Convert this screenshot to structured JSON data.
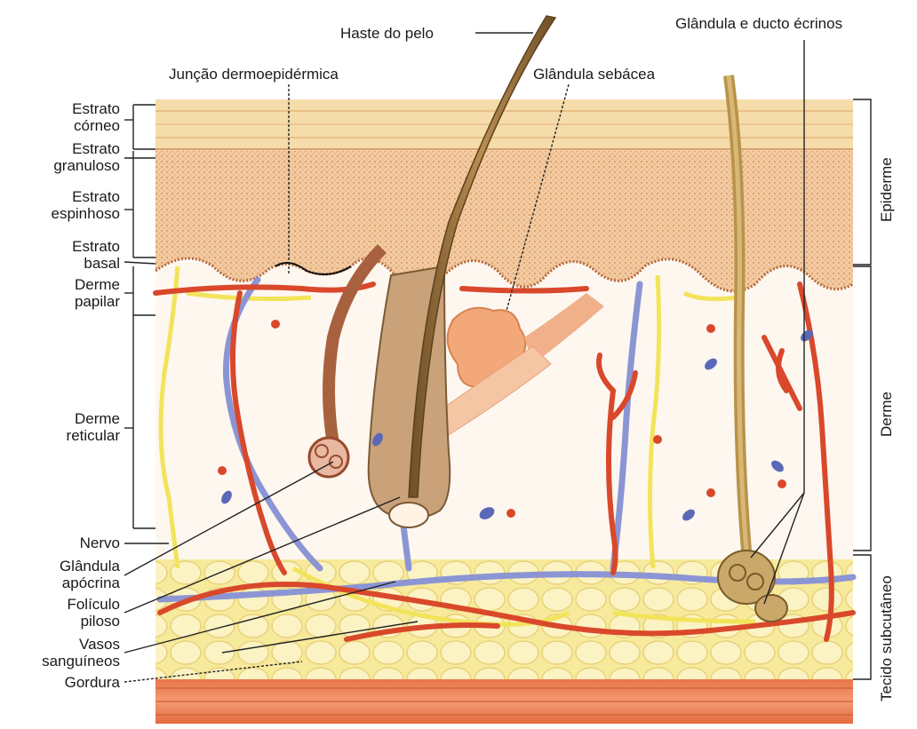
{
  "labels": {
    "haste_do_pelo": "Haste do pelo",
    "glandula_ducto_ecrinos": "Glândula e ducto écrinos",
    "juncao_dermoepidermica": "Junção dermoepidérmica",
    "glandula_sebacea": "Glândula sebácea",
    "estrato_corneo": [
      "Estrato",
      "córneo"
    ],
    "estrato_granuloso": [
      "Estrato",
      "granuloso"
    ],
    "estrato_espinhoso": [
      "Estrato",
      "espinhoso"
    ],
    "estrato_basal": [
      "Estrato",
      "basal"
    ],
    "derme_papilar": [
      "Derme",
      "papilar"
    ],
    "derme_reticular": [
      "Derme",
      "reticular"
    ],
    "nervo": "Nervo",
    "glandula_apocrina": [
      "Glândula",
      "apócrina"
    ],
    "foliculo_piloso": [
      "Folículo",
      "piloso"
    ],
    "vasos_sanguineos": [
      "Vasos",
      "sanguíneos"
    ],
    "gordura": "Gordura",
    "epiderme": "Epiderme",
    "derme": "Derme",
    "tecido_subcutaneo": "Tecido subcutâneo"
  },
  "colors": {
    "epidermis": "#f2c9a0",
    "corneum": "#f5d9a8",
    "dermis": "#fdf6ee",
    "fat": "#f6e8a8",
    "muscle": "#e8734a",
    "artery": "#d9482b",
    "vein": "#8c95d4",
    "nerve": "#f2e45a",
    "hair": "#8a6a3a",
    "leader": "#222222"
  }
}
